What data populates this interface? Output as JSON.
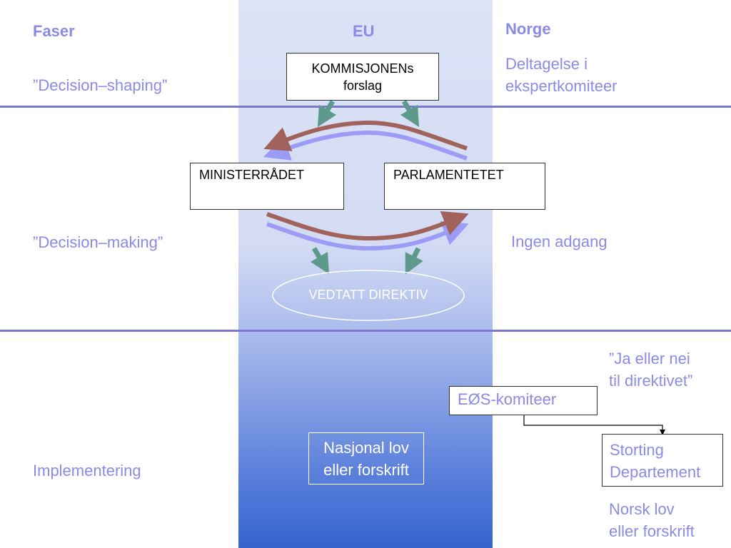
{
  "headers": {
    "phases": "Faser",
    "eu": "EU",
    "norway": "Norge"
  },
  "phases": {
    "shaping": "”Decision–shaping”",
    "making": "”Decision–making”",
    "implementation": "Implementering"
  },
  "norway": {
    "expert_line1": "Deltagelse i",
    "expert_line2": "ekspertkomiteer",
    "no_access": "Ingen adgang",
    "question_line1": "”Ja eller nei",
    "question_line2": "til direktivet”",
    "eea_committee": "EØS-komiteer",
    "storting_line1": "Storting",
    "storting_line2": "Departement",
    "norwegian_law_line1": "Norsk lov",
    "norwegian_law_line2": "eller forskrift"
  },
  "eu": {
    "commission_line1": "KOMMISJONENs",
    "commission_line2": "forslag",
    "council": "MINISTERRÅDET",
    "parliament": "PARLAMENTETET",
    "adopted": "VEDTATT DIREKTIV",
    "national_law_line1": "Nasjonal lov",
    "national_law_line2": "eller forskrift"
  },
  "colors": {
    "label_blue": "#8b8ae6",
    "divider": "#7a78cc",
    "arrow_brown": "#a2625c",
    "arrow_lavender": "#9c9cf6",
    "arrow_teal": "#5d9a8c",
    "eu_top": "#dce3f6",
    "eu_bottom": "#3563d0"
  }
}
